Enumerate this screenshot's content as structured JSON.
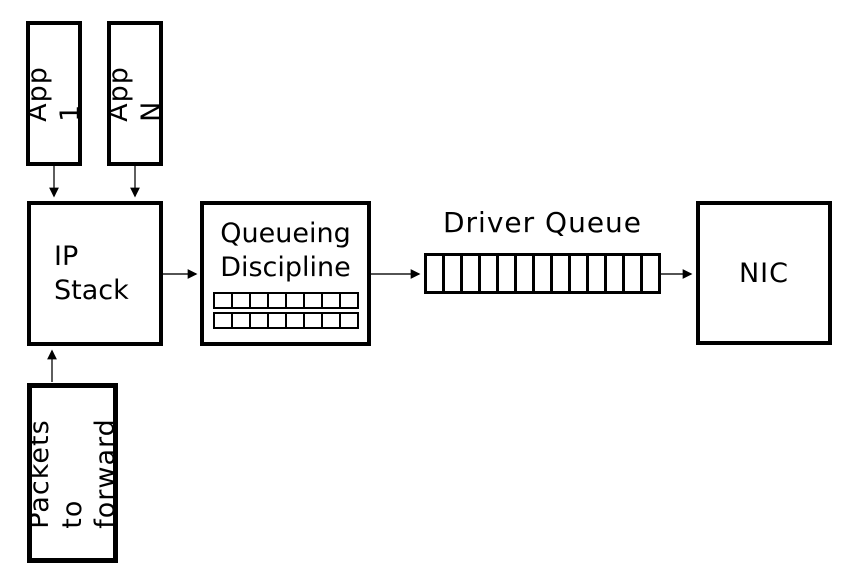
{
  "colors": {
    "ink": "#000000",
    "background": "#ffffff"
  },
  "nodes": {
    "app1": {
      "label": "App 1"
    },
    "appn": {
      "label": "App N"
    },
    "ip_stack": {
      "label": "IP\nStack"
    },
    "qdisc": {
      "label": "Queueing\nDiscipline"
    },
    "driver_queue": {
      "label": "Driver Queue"
    },
    "nic": {
      "label": "NIC"
    },
    "packets": {
      "label": "Packets to\nforward"
    }
  },
  "queues": {
    "qdisc_rows": 2,
    "qdisc_cells_per_row": 8,
    "driver_cells": 13
  }
}
